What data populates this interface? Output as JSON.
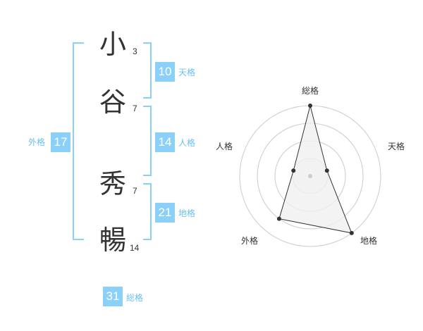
{
  "name": {
    "chars": [
      {
        "char": "小",
        "strokes": "3"
      },
      {
        "char": "谷",
        "strokes": "7"
      },
      {
        "char": "秀",
        "strokes": "7"
      },
      {
        "char": "暢",
        "strokes": "14"
      }
    ]
  },
  "fortune": {
    "tenkaku": {
      "label": "天格",
      "value": "10"
    },
    "jinkaku": {
      "label": "人格",
      "value": "14"
    },
    "chikaku": {
      "label": "地格",
      "value": "21"
    },
    "gaikaku": {
      "label": "外格",
      "value": "17"
    },
    "soukaku": {
      "label": "総格",
      "value": "31"
    }
  },
  "radar": {
    "axes": [
      "総格",
      "天格",
      "地格",
      "外格",
      "人格"
    ],
    "values": [
      4,
      1,
      4,
      3,
      1
    ],
    "max": 4,
    "rings": 4
  },
  "colors": {
    "accent": "#8ad0f8",
    "accent_text": "#6cc0f0",
    "text": "#333333",
    "grid": "#cccccc",
    "polygon_fill": "#f0f0f0",
    "polygon_stroke": "#333333"
  }
}
